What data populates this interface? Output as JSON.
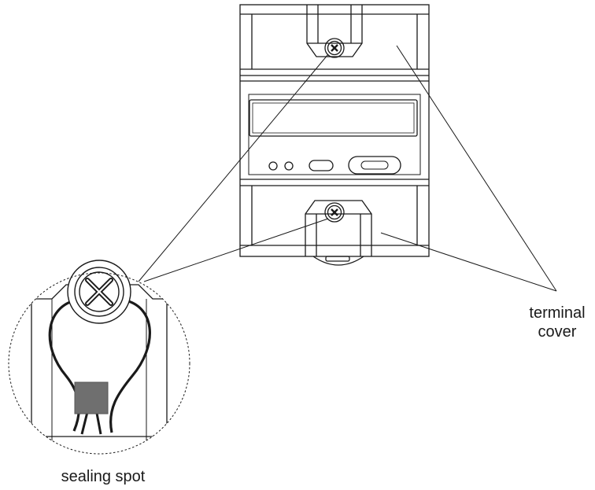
{
  "labels": {
    "terminal_cover_line1": "terminal",
    "terminal_cover_line2": "cover",
    "sealing_spot": "sealing spot"
  },
  "colors": {
    "line": "#1a1a1a",
    "seal_block": "#6f6f6f",
    "background": "#ffffff"
  }
}
